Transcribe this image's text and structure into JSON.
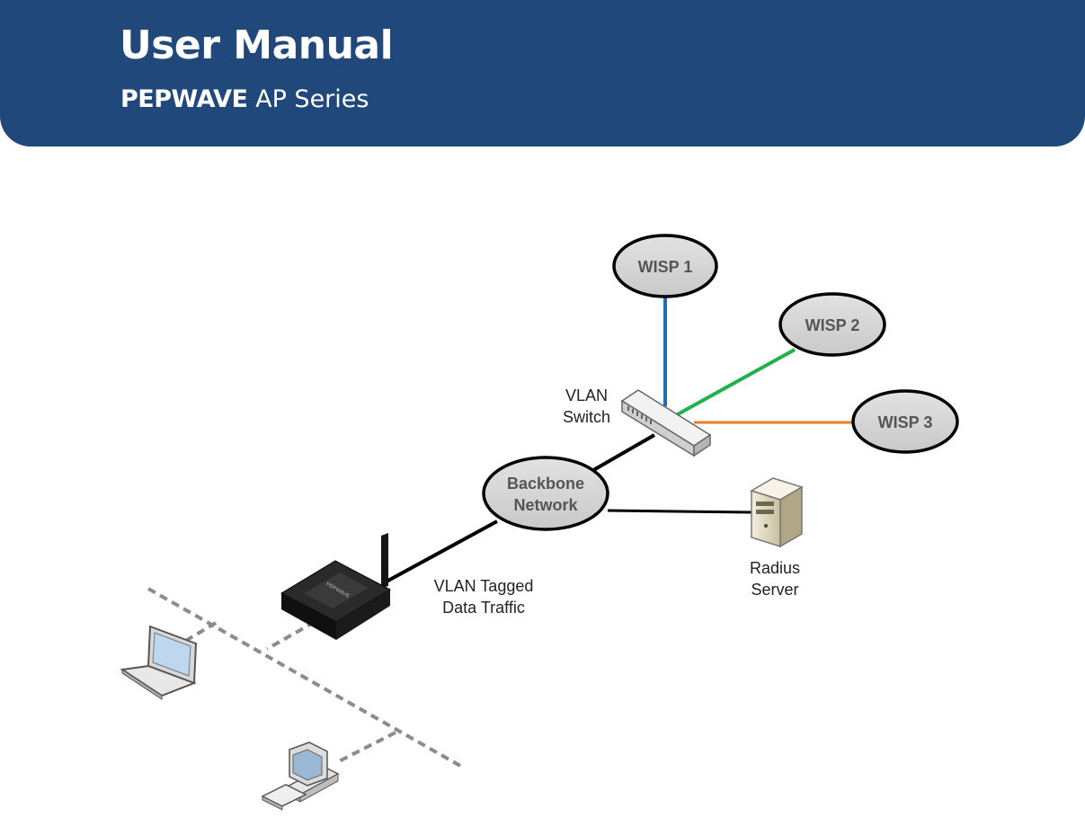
{
  "header": {
    "title": "User Manual",
    "brand": "PEPWAVE",
    "series": "AP Series",
    "background": "#21487a"
  },
  "diagram": {
    "nodes": {
      "wisp1": "WISP 1",
      "wisp2": "WISP 2",
      "wisp3": "WISP 3",
      "backbone_line1": "Backbone",
      "backbone_line2": "Network",
      "vlan_switch_line1": "VLAN",
      "vlan_switch_line2": "Switch",
      "radius_line1": "Radius",
      "radius_line2": "Server",
      "vlan_tagged_line1": "VLAN Tagged",
      "vlan_tagged_line2": "Data Traffic",
      "ap_label": "PEPWAVE"
    },
    "link_colors": {
      "wisp1": "#1f6fb5",
      "wisp2": "#22b04b",
      "wisp3": "#ee7d22",
      "trunk": "#000000",
      "lan": "#8c8c8c"
    },
    "icons": [
      "access-point-icon",
      "switch-icon",
      "server-icon",
      "laptop-icon",
      "desktop-computer-icon"
    ]
  }
}
